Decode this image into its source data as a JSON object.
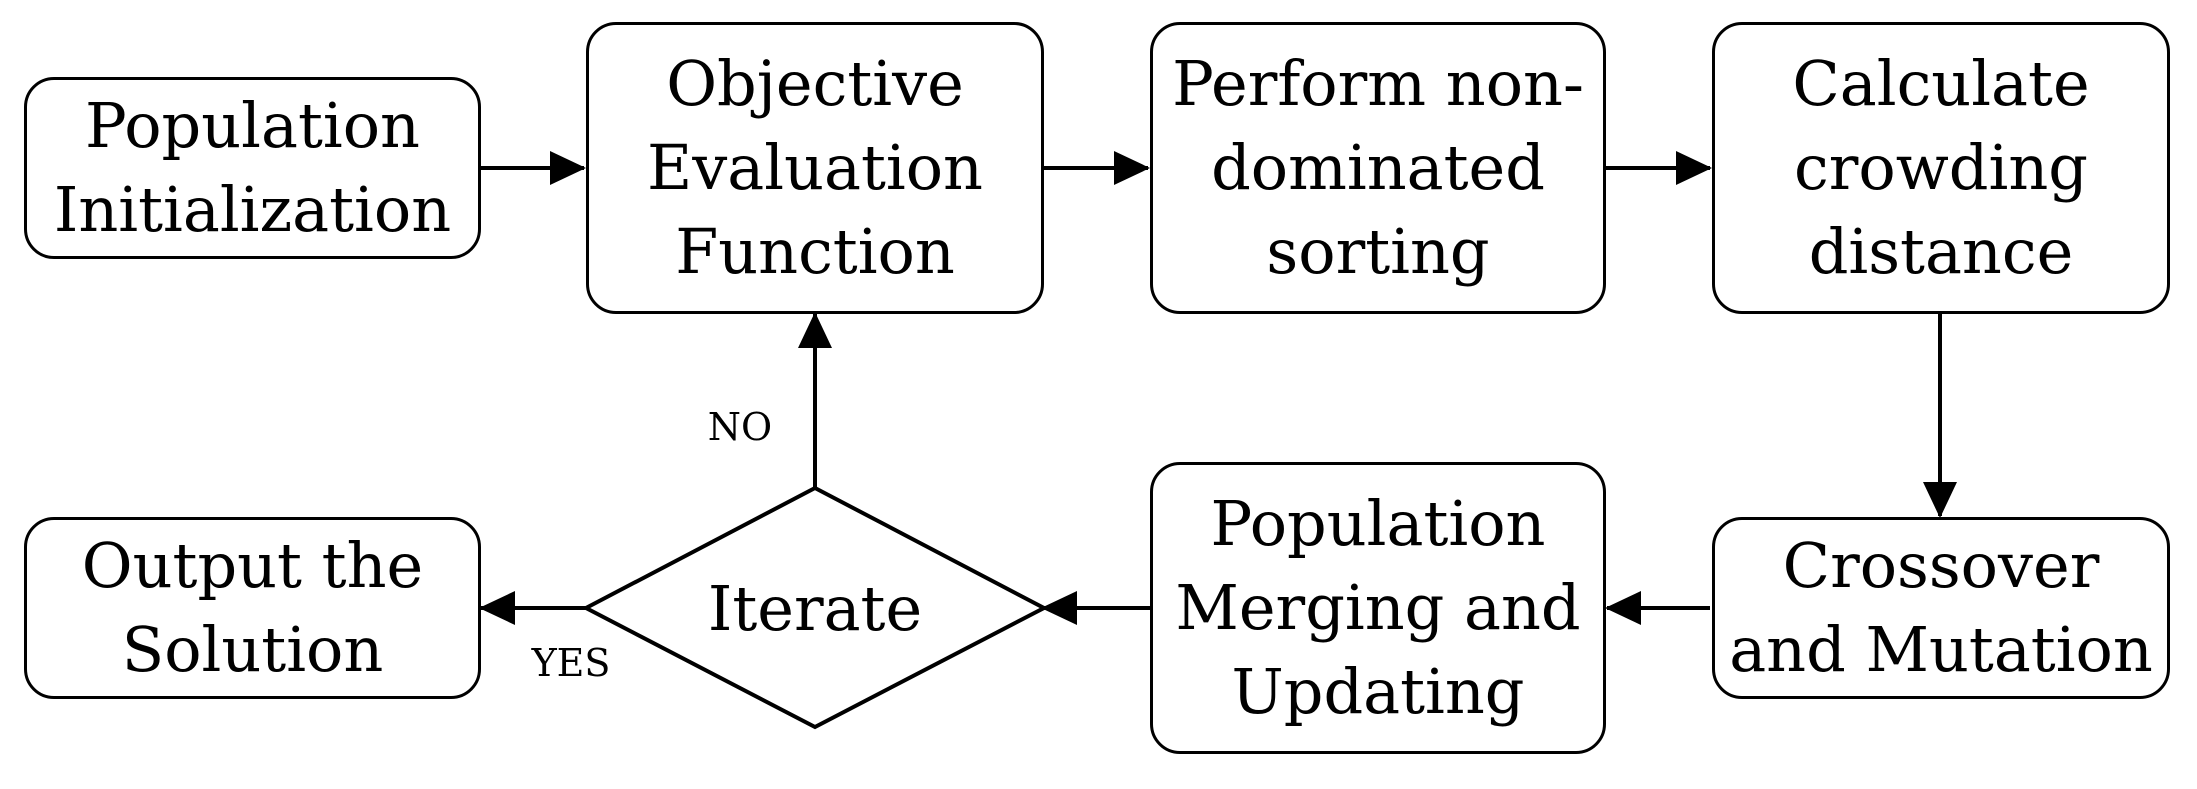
{
  "nodes": {
    "population_initialization": [
      "Population",
      "Initialization"
    ],
    "objective_evaluation": [
      "Objective",
      "Evaluation",
      "Function"
    ],
    "nondominated_sorting": [
      "Perform non-",
      "dominated",
      "sorting"
    ],
    "crowding_distance": [
      "Calculate",
      "crowding",
      "distance"
    ],
    "crossover_mutation": [
      "Crossover",
      "and Mutation"
    ],
    "merging_updating": [
      "Population",
      "Merging and",
      "Updating"
    ],
    "iterate": "Iterate",
    "output_solution": [
      "Output the",
      "Solution"
    ]
  },
  "edge_labels": {
    "no": "NO",
    "yes": "YES"
  }
}
